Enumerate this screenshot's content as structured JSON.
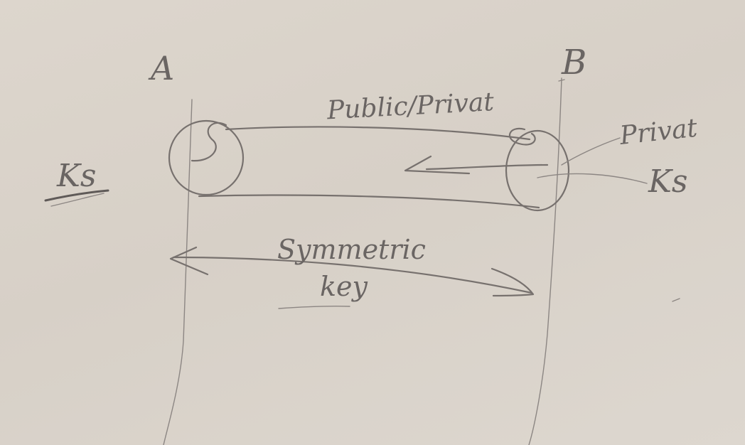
{
  "diagram": {
    "party_a": "A",
    "party_b": "B",
    "public_private_label": "Public/Privat",
    "private_label": "Privat",
    "session_key_left": "Ks",
    "session_key_right": "Ks",
    "symmetric_label": "Symmetric",
    "key_label": "key"
  },
  "colors": {
    "board": "#dbd4cb",
    "ink": "#77716e"
  }
}
